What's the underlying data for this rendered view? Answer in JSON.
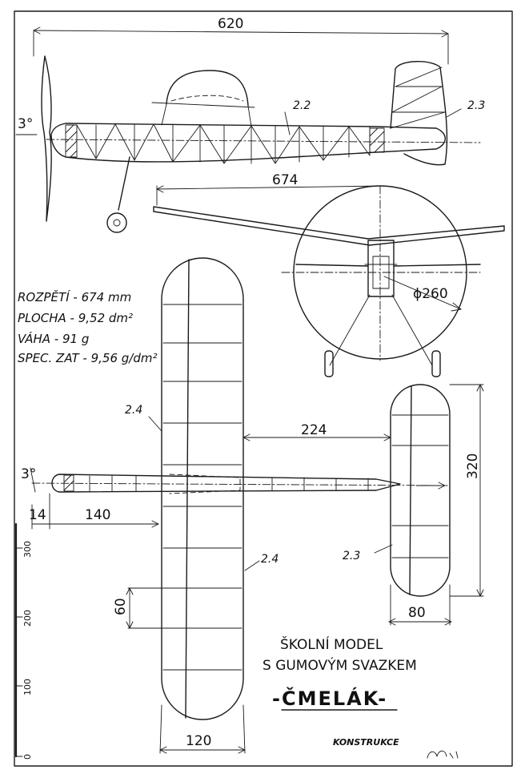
{
  "dims": {
    "length": "620",
    "span": "674",
    "prop_diameter": "ϕ260",
    "tail_gap": "224",
    "tail_chord": "320",
    "nose_a": "14",
    "nose_b": "140",
    "wing_chord": "120",
    "tail_width": "80",
    "rib_gap": "60"
  },
  "angles": {
    "side": "3°",
    "top": "3°"
  },
  "parts": {
    "fin": "2.3",
    "fuselage_side": "2.2",
    "wing_left": "2.4",
    "wing_lower": "2.4",
    "stab": "2.3"
  },
  "specs": [
    "ROZPĚTÍ - 674 mm",
    "PLOCHA - 9,52 dm²",
    "VÁHA - 91 g",
    "SPEC. ZAT - 9,56 g/dm²"
  ],
  "scale": {
    "ticks": [
      "0",
      "100",
      "200",
      "300"
    ]
  },
  "title": {
    "line1": "ŠKOLNÍ MODEL",
    "line2": "S GUMOVÝM SVAZKEM",
    "name": "-ČMELÁK-"
  },
  "credit": {
    "label": "KONSTRUKCE"
  }
}
